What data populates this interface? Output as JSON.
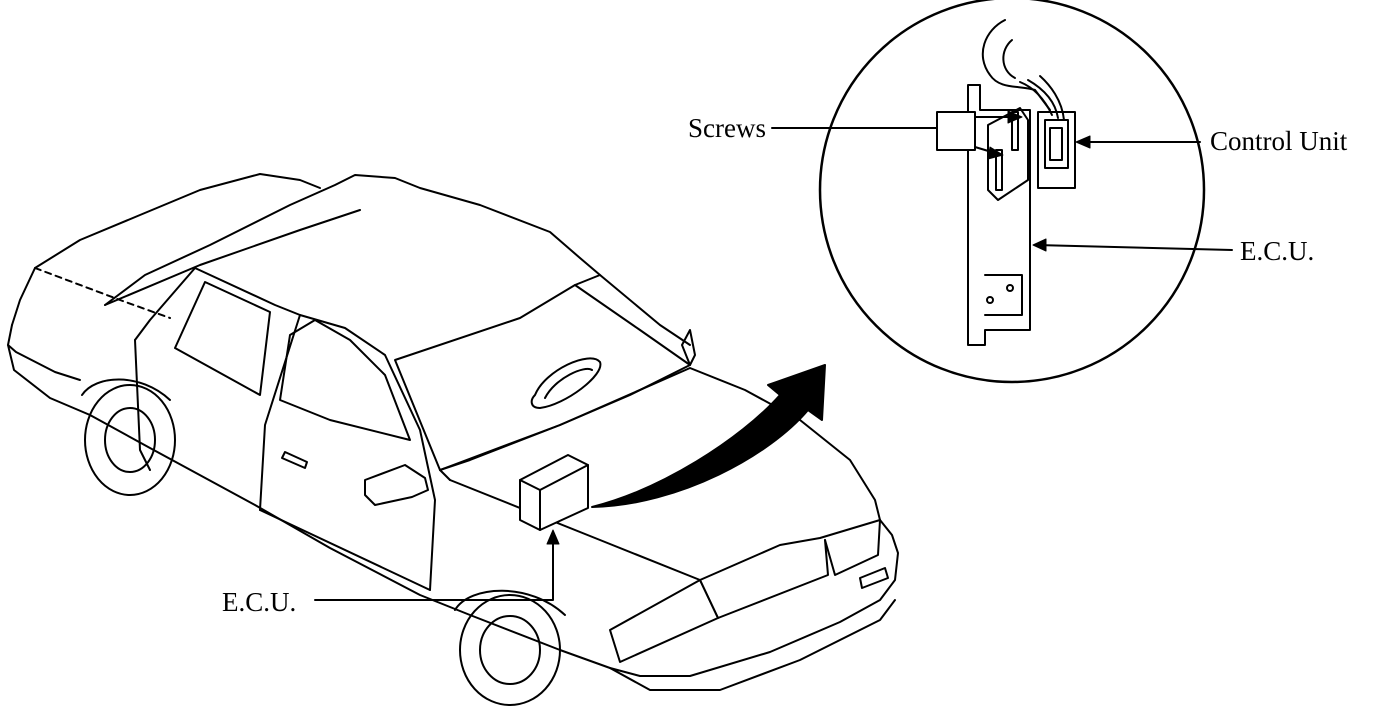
{
  "labels": {
    "screws": "Screws",
    "control_unit": "Control Unit",
    "ecu_detail": "E.C.U.",
    "ecu_car": "E.C.U."
  },
  "colors": {
    "ink": "#000000",
    "paper": "#ffffff"
  },
  "icons": {
    "car": "car-illustration",
    "arrow": "curved-arrow",
    "detail": "magnified-detail-circle"
  }
}
